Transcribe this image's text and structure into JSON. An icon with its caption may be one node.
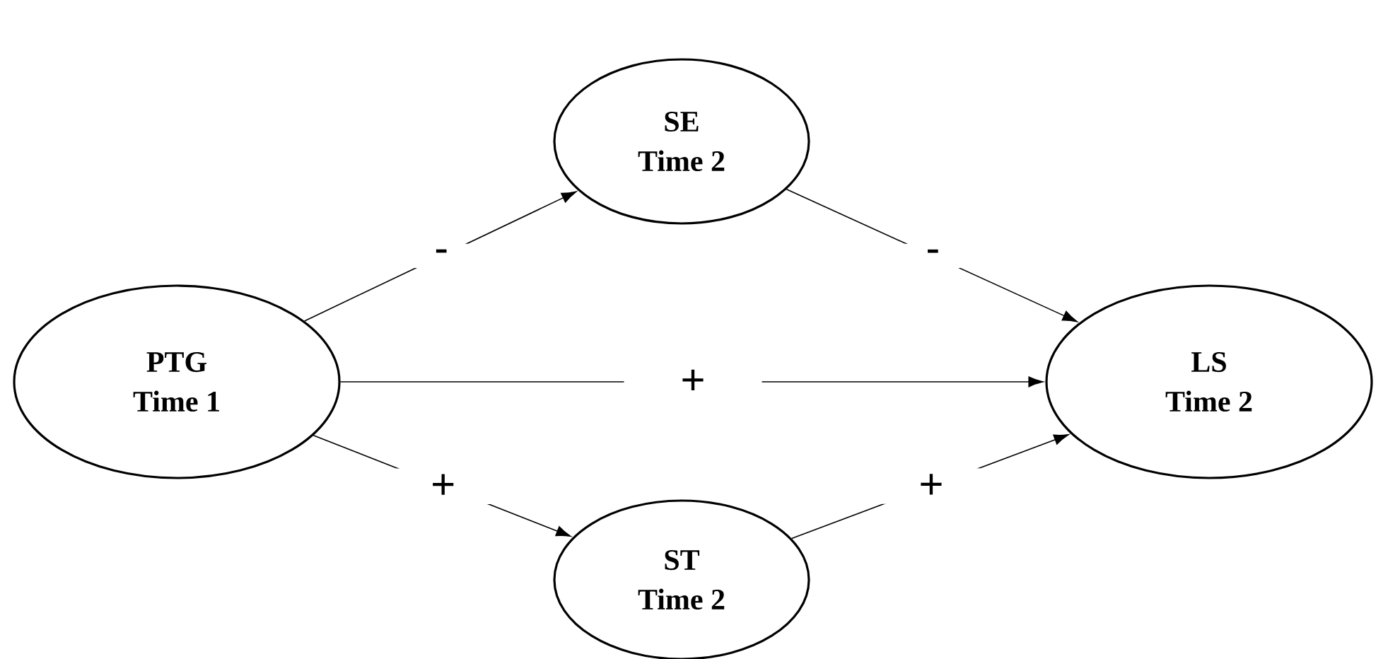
{
  "diagram": {
    "nodes": [
      {
        "text": [
          "PTG",
          "Time 1"
        ]
      },
      {
        "text": [
          "SE",
          "Time 2"
        ]
      },
      {
        "text": [
          "ST",
          "Time 2"
        ]
      },
      {
        "text": [
          "LS",
          "Time 2"
        ]
      }
    ],
    "edges": [
      {
        "from": 0,
        "to": 1,
        "arrow": "to",
        "label": "-"
      },
      {
        "from": 1,
        "to": 3,
        "arrow": "to",
        "label": "-"
      },
      {
        "from": 0,
        "to": 3,
        "arrow": "to",
        "label": "+"
      },
      {
        "from": 0,
        "to": 2,
        "arrow": "to",
        "label": "+"
      },
      {
        "from": 2,
        "to": 3,
        "arrow": "to",
        "label": "+"
      }
    ]
  }
}
